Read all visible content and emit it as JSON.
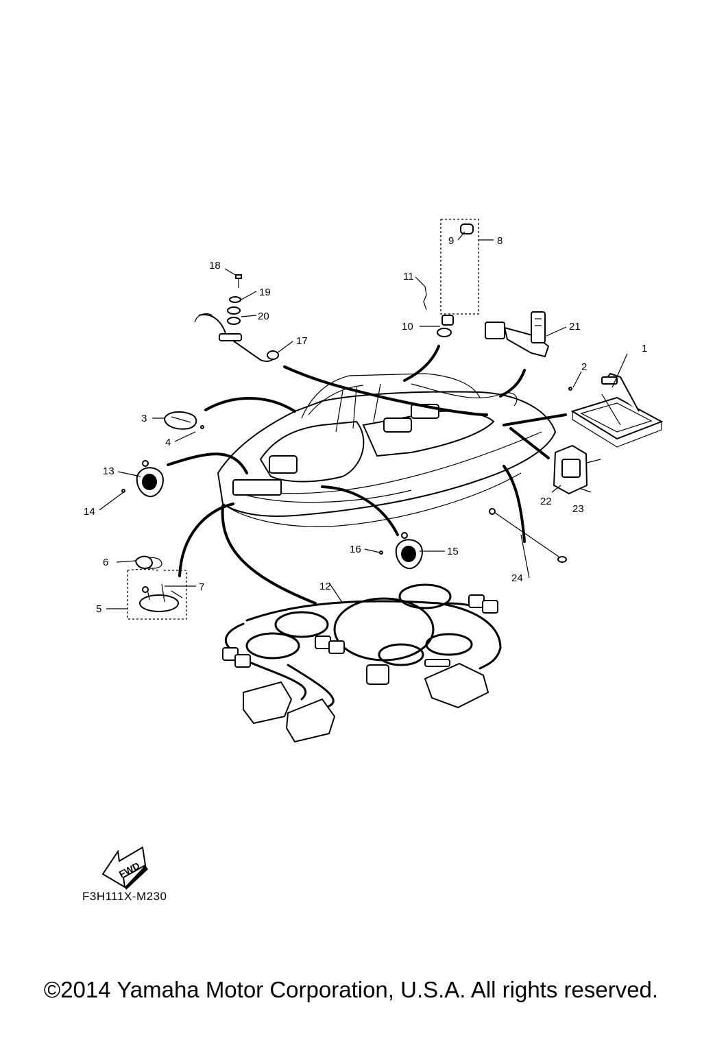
{
  "diagram": {
    "callouts": [
      {
        "id": "c1",
        "text": "1"
      },
      {
        "id": "c2",
        "text": "2"
      },
      {
        "id": "c3",
        "text": "3"
      },
      {
        "id": "c4",
        "text": "4"
      },
      {
        "id": "c5",
        "text": "5"
      },
      {
        "id": "c6",
        "text": "6"
      },
      {
        "id": "c7",
        "text": "7"
      },
      {
        "id": "c8",
        "text": "8"
      },
      {
        "id": "c9",
        "text": "9"
      },
      {
        "id": "c10",
        "text": "10"
      },
      {
        "id": "c11",
        "text": "11"
      },
      {
        "id": "c12",
        "text": "12"
      },
      {
        "id": "c13",
        "text": "13"
      },
      {
        "id": "c14",
        "text": "14"
      },
      {
        "id": "c15",
        "text": "15"
      },
      {
        "id": "c16",
        "text": "16"
      },
      {
        "id": "c17",
        "text": "17"
      },
      {
        "id": "c18",
        "text": "18"
      },
      {
        "id": "c19",
        "text": "19"
      },
      {
        "id": "c20",
        "text": "20"
      },
      {
        "id": "c21",
        "text": "21"
      },
      {
        "id": "c22",
        "text": "22"
      },
      {
        "id": "c23",
        "text": "23"
      },
      {
        "id": "c24",
        "text": "24"
      }
    ],
    "fwd_label": "FWD",
    "doc_code": "F3H111X-M230"
  },
  "footer": {
    "copyright": "©2014 Yamaha Motor Corporation, U.S.A. All rights reserved."
  }
}
